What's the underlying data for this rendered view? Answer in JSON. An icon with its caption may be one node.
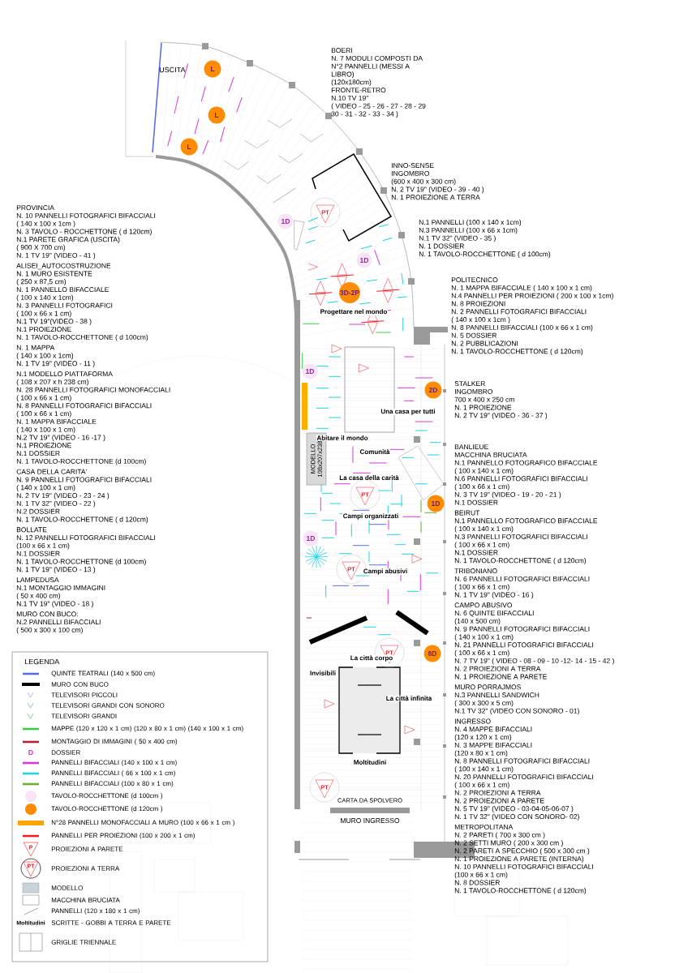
{
  "diagram": {
    "nodes": [
      {
        "text": [
          "L"
        ]
      },
      {
        "text": [
          "L"
        ]
      },
      {
        "text": [
          "L"
        ]
      },
      {
        "text": [
          "PT"
        ]
      },
      {
        "text": [
          "1D"
        ]
      },
      {
        "text": [
          "1D"
        ]
      },
      {
        "text": [
          "3D-2P"
        ]
      },
      {
        "text": [
          "1D"
        ]
      },
      {
        "text": [
          "2D"
        ]
      },
      {
        "text": [
          "MODELLO 108x207x238"
        ]
      },
      {
        "text": [
          "PT"
        ]
      },
      {
        "text": [
          "1D"
        ]
      },
      {
        "text": [
          "1D"
        ]
      },
      {
        "text": [
          "PT"
        ]
      },
      {
        "text": [
          "PT"
        ]
      },
      {
        "text": [
          "8D"
        ]
      },
      {
        "text": [
          "PT"
        ]
      }
    ],
    "labels": [
      "USCITA",
      "BOERI",
      "N. 7 MODULI COMPOSTI DA",
      "N°2 PANNELLI (MESSI A",
      "LIBRO)",
      "(120x180cm)",
      "FRONTE-RETRO",
      "N.10 TV 19\"",
      "( VIDEO - 25 - 26 - 27 - 28 - 29",
      "30 - 31 - 32 - 33 - 34 )",
      "INNO-SENSE",
      "INGOMBRO",
      "(600 x 400 x 300 cm)",
      "N. 2 TV 19\" (VIDEO - 39 - 40 )",
      "N. 1 PROIEZIONE A TERRA",
      "PROVINCIA",
      "N.  10 PANNELLI FOTOGRAFICI BIFACCIALI",
      "( 140 x 100 x 1cm )",
      "N. 3 TAVOLO - ROCCHETTONE ( d 120cm)",
      "N.1 PARETE GRAFICA (USCITA)",
      "( 900 X 700 cm)",
      "N. 1 TV 19\" (VIDEO - 41 )",
      "N.1 PANNELLI (100 x 140 x 1cm)",
      "N.3 PANNELLI (100 x 66 x 1cm)",
      "N.1 TV 32\" (VIDEO - 35 )",
      "N. 1 DOSSIER",
      "N. 1 TAVOLO-ROCCHETTONE ( d 100cm)",
      "ALISEI_AUTOCOSTRUZIONE",
      "N. 1 MURO ESISTENTE",
      "( 250 x 87,5 cm)",
      "N. 1 PANNELLO  BIFACCIALE",
      "( 100 x 140 x 1cm)",
      "N. 3 PANNELLI FOTOGRAFICI",
      "( 100 x 66 x 1 cm)",
      "N.1 TV 19\"(VIDEO - 38 )",
      "N.1 PROIEZIONE",
      "N. 1 TAVOLO-ROCCHETTONE ( d 100cm)",
      "POLITECNICO",
      "N. 1 MAPPA BIFACCIALE ( 140 x 100 x 1 cm)",
      "N.4 PANNELLI  PER PROIEZIONI ( 200 x 100 x 1cm)",
      "N. 8 PROIEZIONI",
      "N. 2 PANNELLI FOTOGRAFICI BIFACCIALI",
      "( 140 x 100 x 1cm )",
      "N. 8 PANNELLI BIFACCIALI (100 x 66 x 1 cm)",
      "N. 5 DOSSIER",
      "N. 2 PUBBLICAZIONI",
      "N. 1 TAVOLO-ROCCHETTONE ( d 120cm)",
      "Progettare nel mondo",
      "N. 1 MAPPA",
      "( 140 x 100 x 1cm)",
      "N. 1 TV 19\" (VIDEO - 11 )",
      "N.1 MODELLO PIATTAFORMA",
      "( 108 x 207 x h 238 cm)",
      "N. 28 PANNELLI FOTOGRAFICI MONOFACCIALI",
      "( 100 x 66 x 1 cm)",
      "N. 8 PANNELLI FOTOGRAFICI  BIFACCIALI",
      "( 100 x 66 x 1 cm)",
      "N. 1 MAPPA BIFACCIALE",
      "( 140 x 100 x 1 cm)",
      "N.2 TV 19\"  (VIDEO - 16 -17 )",
      "N.1 PROIEZIONE",
      "N.1 DOSSIER",
      "N. 1 TAVOLO-ROCCHETTONE (d 100cm)",
      "STALKER",
      "INGOMBRO",
      "700 x 400 x 250 cm",
      "N. 1 PROIEZIONE",
      "N. 2 TV 19\" (VIDEO - 36 - 37 )",
      "Una casa per tutti",
      "Abitare il mondo",
      "BANLIEUE",
      "MACCHINA BRUCIATA",
      "N.1 PANNELLO FOTOGRAFICO BIFACCIALE",
      "( 100 x 140 x 1 cm)",
      "N.6 PANNELLI FOTOGRAFICI BIFACCIALI",
      "( 100 x 66  x 1 cm)",
      "N. 3 TV 19\" (VIDEO - 19 - 20 - 21 )",
      "N.1 DOSSIER",
      "Comunità",
      "CASA DELLA CARITA'",
      "N. 9 PANNELLI FOTOGRAFICI BIFACCIALI",
      "( 140 x 100 x 1 cm)",
      "N. 2 TV 19\" (VIDEO - 23 - 24 )",
      "N. 1 TV 32\" (VIDEO - 22 )",
      "N.2 DOSSIER",
      "N. 1 TAVOLO-ROCCHETTONE ( d 120cm)",
      "La casa della carità",
      "BEIRUT",
      "N.1 PANNELLO FOTOGRAFICO BIFACCIALE",
      "( 100 x 140 x 1 cm)",
      "N.3 PANNELLI FOTOGRAFICI BIFACCIALI",
      "( 100 x 66  x 1 cm)",
      "N.1 DOSSIER",
      "N. 1 TAVOLO-ROCCHETTONE ( d 120cm)",
      "Campi organizzati",
      "TRIBONIANO",
      "N. 6 PANNELLI FOTOGRAFICI BIFACCIALI",
      "( 100 x 66 x 1 cm)",
      "N. 1 TV 19\" (VIDEO - 16 )",
      "BOLLATE",
      "N. 12 PANNELLI FOTOGRAFICI BIFACCIALI",
      "(100 x 66 x 1 cm)",
      "N.1 DOSSIER",
      "N. 1 TAVOLO-ROCCHETTONE (d 100cm)",
      "N. 1 TV 19\" (VIDEO - 13 )",
      "CAMPO ABUSIVO",
      "N. 6 QUINTE BIFACCIALI",
      "(140 x 500 cm)",
      "N. 9 PANNELLI  FOTOGRAFICI BIFACCIALI",
      "( 140  x 100 x 1 cm)",
      "N. 21 PANNELLI FOTOGRAFICI BIFACCIALI",
      "( 100 x 66 x 1 cm)",
      "N. 7 TV 19\" ( VIDEO - 08 - 09 - 10 -12- 14 - 15 - 42 )",
      "N. 2 PROIEZIONI A TERRA",
      "N. 1 PROIEZIONE A PARETE",
      "Campi abusivi",
      "LAMPEDUSA",
      "N.1 MONTAGGIO IMMAGINI",
      "( 50 x 400 cm)",
      "N.1 TV 19\" (VIDEO - 18 )",
      "MURO PORRAJMOS",
      "N.3 PANNELLI SANDWICH",
      "( 300 x 300 x 5 cm)",
      "N.1 TV 32\" (VIDEO CON SONORO - 01)",
      "MURO CON BUCO:",
      "N.2 PANNELLI BIFACCIALI",
      "( 500 x 300  x 100 cm)",
      "Invisibili",
      "La città corpo",
      "INGRESSO",
      "N. 4 MAPPE  BIFACCIALI",
      "(120 x 120 x 1 cm)",
      "N. 3 MAPPE  BIFACCIALI",
      "(120 x 80 x 1 cm)",
      "N. 8 PANNELLI FOTOGRAFICI  BIFACCIALI",
      "( 100 x 140 x 1 cm)",
      "N. 20 PANNELLI FOTOGRAFICI BIFACCIALI",
      "( 100 x 66 x 1 cm)",
      "N. 2 PROIEZIONI A TERRA",
      "N. 2 PROIEZIONI A PARETE",
      "N. 5 TV 19\" (VIDEO - 03-04-05-06-07 )",
      "N. 1 TV 32\" (VIDEO CON SONORO- 02)",
      "La città infinita",
      "METROPOLITANA",
      "N. 2 PARETI ( 700 x 300 cm )",
      "N. 2 SETTI MURO ( 200 x 300 cm )",
      "N. 2 PARETI A SPECCHIO ( 500 x 300 cm )",
      "N. 1 PROIEZIONE A PARETE (INTERNA)",
      "N. 10 PANNELLI FOTOGRAFICI BIFACCIALI",
      "(100 x 66 x 1 cm)",
      "N. 8 DOSSIER",
      "N. 1 TAVOLO-ROCCHETTONE ( d 120cm)",
      "Moltitudini",
      "CARTA DA SPOLVERO",
      "MURO INGRESSO",
      "LEGENDA",
      "D",
      "P",
      "PT",
      "Moltitudini"
    ],
    "legend": [
      {
        "text": "QUINTE TEATRALI (140 x 500 cm)",
        "color": "#5a6ee0"
      },
      {
        "text": "MURO CON BUCO",
        "color": "#000000"
      },
      {
        "text": "TELEVISORI PICCOLI"
      },
      {
        "text": "TELEVISORI GRANDI CON SONORO"
      },
      {
        "text": "TELEVISORI GRANDI"
      },
      {
        "text": "MAPPE (120 x 120 x 1 cm) (120 x 80 x 1 cm) (140 x 100 x 1 cm)",
        "color": "#3cc84b"
      },
      {
        "text": "MONTAGGIO DI IMMAGINI ( 50 x 400 cm)",
        "color": "#b3203c"
      },
      {
        "text": "DOSSIER"
      },
      {
        "text": "PANNELLI BIFACCIALI (140 x 100 x 1 cm)",
        "color": "#d63ad6"
      },
      {
        "text": "PANNELLI BIFACCIALI ( 66 x 100 x 1 cm)",
        "color": "#22d3e2"
      },
      {
        "text": "PANNELLI BIFACCIALI (100 x 80 x 1 cm)",
        "color": "#6aae2e"
      },
      {
        "text": "TAVOLO-ROCCHETTONE (d 100cm )",
        "color": "#f7e4f7"
      },
      {
        "text": "TAVOLO-ROCCHETTONE (d 120cm )",
        "color": "#ff8c00"
      },
      {
        "text": "N°28 PANNELLI MONOFACCIALI A MURO (100 x 66 x 1 cm )",
        "color": "#ffa500"
      },
      {
        "text": "PANNELLI PER PROIEZIONI (100 x 200 x 1 cm)",
        "color": "#e8212b"
      },
      {
        "text": "PROIEZIONI A PARETE"
      },
      {
        "text": "PROIEZIONI A TERRA"
      },
      {
        "text": "MODELLO",
        "color": "#c9d4da"
      },
      {
        "text": "MACCHINA BRUCIATA"
      },
      {
        "text": "PANNELLI (120 x 180 x 1 cm)"
      },
      {
        "text": "SCRITTE - GOBBI A TERRA E PARETE"
      },
      {
        "text": "GRIGLIE TRIENNALE"
      }
    ]
  }
}
